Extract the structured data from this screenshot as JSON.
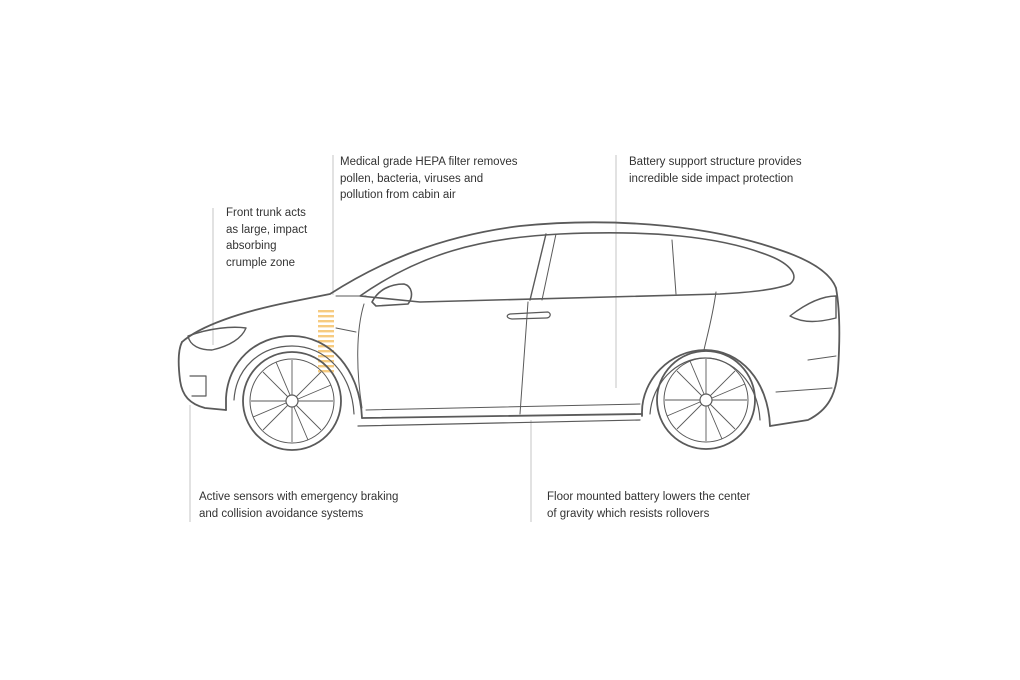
{
  "diagram": {
    "subject": "electric SUV side profile safety features",
    "accent_color": "#f5c26b",
    "line_color": "#555555",
    "leader_color": "#bdbdbd",
    "callouts": [
      {
        "id": "front-trunk",
        "lines": [
          "Front trunk acts",
          "as large, impact",
          "absorbing",
          "crumple zone"
        ]
      },
      {
        "id": "hepa-filter",
        "lines": [
          "Medical grade HEPA filter removes",
          "pollen, bacteria, viruses and",
          "pollution from cabin air"
        ]
      },
      {
        "id": "battery-support",
        "lines": [
          "Battery support structure provides",
          "incredible side impact protection"
        ]
      },
      {
        "id": "active-sensors",
        "lines": [
          "Active sensors with emergency braking",
          "and collision avoidance systems"
        ]
      },
      {
        "id": "floor-battery",
        "lines": [
          "Floor mounted battery lowers the center",
          "of gravity which resists rollovers"
        ]
      }
    ]
  }
}
